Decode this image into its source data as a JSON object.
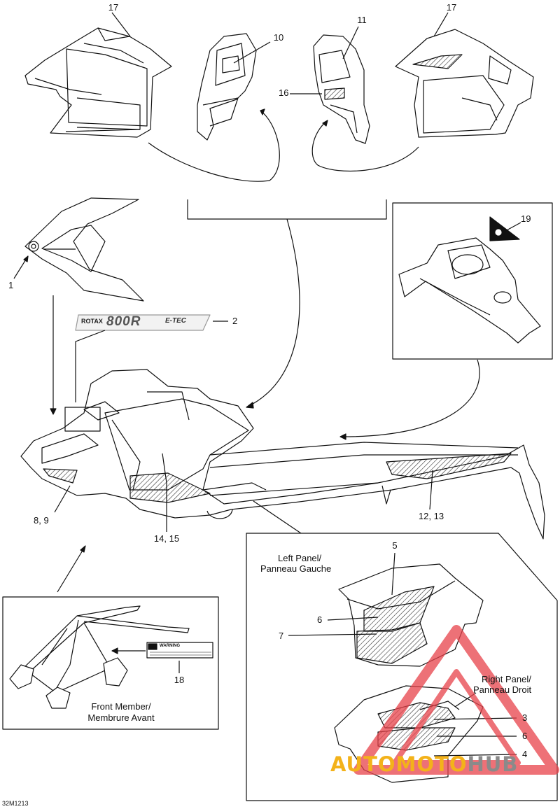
{
  "callouts": {
    "c17_left": "17",
    "c10": "10",
    "c11": "11",
    "c17_right": "17",
    "c16": "16",
    "c19": "19",
    "c1": "1",
    "c2": "2",
    "c8_9": "8, 9",
    "c14_15": "14, 15",
    "c12_13": "12, 13",
    "c5": "5",
    "c6_left": "6",
    "c7": "7",
    "c3": "3",
    "c6_right": "6",
    "c4": "4",
    "c18": "18"
  },
  "panel_labels": {
    "left_panel_line1": "Left Panel/",
    "left_panel_line2": "Panneau Gauche",
    "right_panel_line1": "Right Panel/",
    "right_panel_line2": "Panneau Droit",
    "front_member_line1": "Front Member/",
    "front_member_line2": "Membrure Avant"
  },
  "decal_text": {
    "rotax": "ROTAX",
    "model": "800R",
    "etec": "E-TEC",
    "warning": "WARNING"
  },
  "diagram_code": "32M1213",
  "watermark": {
    "part1": "AUTOMOTO",
    "part2": "HUB"
  },
  "colors": {
    "line": "#111111",
    "watermark_red": "#e8424a",
    "watermark_orange": "#f3b21a",
    "watermark_grey": "#8a8a8a"
  }
}
